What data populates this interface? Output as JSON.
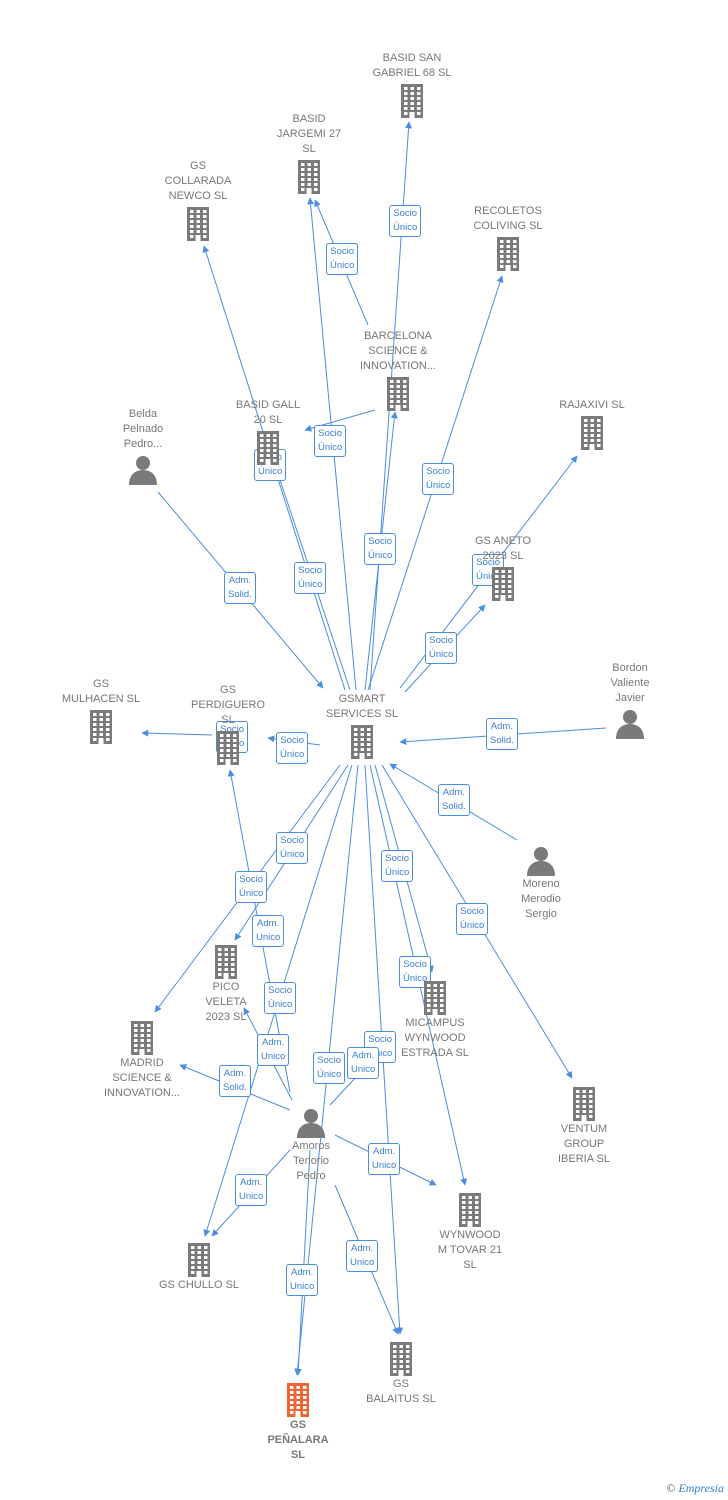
{
  "colors": {
    "edge": "#4a8ee0",
    "company_icon": "#7a7a7a",
    "person_icon": "#7a7a7a",
    "highlight_icon": "#ee6633"
  },
  "nodes": [
    {
      "id": "gsmart",
      "type": "company",
      "label": "GSMART\nSERVICES  SL"
    },
    {
      "id": "basid_san_gabriel",
      "type": "company",
      "label": "BASID SAN\nGABRIEL 68  SL"
    },
    {
      "id": "basid_jargemi",
      "type": "company",
      "label": "BASID\nJARGEMI 27\nSL"
    },
    {
      "id": "gs_collarada",
      "type": "company",
      "label": "GS\nCOLLARADA\nNEWCO  SL"
    },
    {
      "id": "recoletos",
      "type": "company",
      "label": "RECOLETOS\nCOLIVING  SL"
    },
    {
      "id": "barcelona_science",
      "type": "company",
      "label": "BARCELONA\nSCIENCE &\nINNOVATION..."
    },
    {
      "id": "basid_gall",
      "type": "company",
      "label": "BASID GALL\n20  SL"
    },
    {
      "id": "belda",
      "type": "person",
      "label": "Belda\nPeinado\nPedro..."
    },
    {
      "id": "rajaxivi",
      "type": "company",
      "label": "RAJAXIVI  SL"
    },
    {
      "id": "gs_aneto",
      "type": "company",
      "label": "GS ANETO\n2023  SL"
    },
    {
      "id": "gs_mulhacen",
      "type": "company",
      "label": "GS\nMULHACEN  SL"
    },
    {
      "id": "gs_perdiguero",
      "type": "company",
      "label": "GS\nPERDIGUERO\nSL"
    },
    {
      "id": "bordon",
      "type": "person",
      "label": "Bordon\nValiente\nJavier"
    },
    {
      "id": "moreno",
      "type": "person",
      "label": "Moreno\nMerodio\nSergio"
    },
    {
      "id": "pico_veleta",
      "type": "company",
      "label": "PICO\nVELETA\n2023  SL"
    },
    {
      "id": "madrid_science",
      "type": "company",
      "label": "MADRID\nSCIENCE &\nINNOVATION..."
    },
    {
      "id": "micampus",
      "type": "company",
      "label": "MICAMPUS\nWYNWOOD\nESTRADA  SL"
    },
    {
      "id": "ventum",
      "type": "company",
      "label": "VENTUM\nGROUP\nIBERIA  SL"
    },
    {
      "id": "amoros",
      "type": "person",
      "label": "Amoros\nTenorio\nPedro"
    },
    {
      "id": "wynwood_tovar",
      "type": "company",
      "label": "WYNWOOD\nM TOVAR 21\nSL"
    },
    {
      "id": "gs_chullo",
      "type": "company",
      "label": "GS CHULLO  SL"
    },
    {
      "id": "gs_balaitus",
      "type": "company",
      "label": "GS\nBALAITUS  SL"
    },
    {
      "id": "gs_penalara",
      "type": "company",
      "label": "GS\nPEÑALARA\nSL",
      "highlight": true
    }
  ],
  "edges": [
    {
      "from": "gsmart",
      "to": "basid_san_gabriel",
      "label": "Socio\nÚnico"
    },
    {
      "from": "gsmart",
      "to": "basid_jargemi",
      "label": "Socio\nÚnico"
    },
    {
      "from": "gsmart",
      "to": "gs_collarada",
      "label": "Socio\nÚnico"
    },
    {
      "from": "gsmart",
      "to": "recoletos",
      "label": "Socio\nÚnico"
    },
    {
      "from": "gsmart",
      "to": "barcelona_science",
      "label": "Socio\nÚnico"
    },
    {
      "from": "gsmart",
      "to": "basid_gall",
      "label": "Socio\nÚnico"
    },
    {
      "from": "barcelona_science",
      "to": "basid_jargemi",
      "label": "Socio\nÚnico"
    },
    {
      "from": "barcelona_science",
      "to": "basid_gall",
      "label": "Socio\nÚnico"
    },
    {
      "from": "belda",
      "to": "gsmart",
      "label": "Adm.\nSolid."
    },
    {
      "from": "gsmart",
      "to": "rajaxivi",
      "label": "Socio\nÚnico"
    },
    {
      "from": "gsmart",
      "to": "gs_aneto",
      "label": "Socio\nÚnico"
    },
    {
      "from": "gsmart",
      "to": "gs_perdiguero",
      "label": "Socio\nÚnico"
    },
    {
      "from": "gs_perdiguero",
      "to": "gs_mulhacen",
      "label": "Socio\nÚnico"
    },
    {
      "from": "bordon",
      "to": "gsmart",
      "label": "Adm.\nSolid."
    },
    {
      "from": "moreno",
      "to": "gsmart",
      "label": "Adm.\nSolid."
    },
    {
      "from": "gsmart",
      "to": "pico_veleta",
      "label": "Socio\nÚnico"
    },
    {
      "from": "gsmart",
      "to": "madrid_science",
      "label": "Socio\nÚnico"
    },
    {
      "from": "gsmart",
      "to": "micampus",
      "label": "Socio\nÚnico"
    },
    {
      "from": "gsmart",
      "to": "ventum",
      "label": "Socio\nÚnico"
    },
    {
      "from": "gsmart",
      "to": "wynwood_tovar",
      "label": "Socio\nÚnico"
    },
    {
      "from": "gsmart",
      "to": "gs_chullo",
      "label": "Socio\nÚnico"
    },
    {
      "from": "gsmart",
      "to": "gs_balaitus",
      "label": "Socio\nÚnico"
    },
    {
      "from": "gsmart",
      "to": "gs_penalara",
      "label": "Socio\nÚnico"
    },
    {
      "from": "amoros",
      "to": "gs_perdiguero",
      "label": "Adm.\nUnico"
    },
    {
      "from": "amoros",
      "to": "pico_veleta",
      "label": "Adm.\nUnico"
    },
    {
      "from": "amoros",
      "to": "madrid_science",
      "label": "Adm.\nSolid."
    },
    {
      "from": "amoros",
      "to": "micampus",
      "label": "Adm.\nUnico"
    },
    {
      "from": "amoros",
      "to": "wynwood_tovar",
      "label": "Adm.\nUnico"
    },
    {
      "from": "amoros",
      "to": "gs_chullo",
      "label": "Adm.\nUnico"
    },
    {
      "from": "amoros",
      "to": "gs_balaitus",
      "label": "Adm.\nUnico"
    },
    {
      "from": "amoros",
      "to": "gs_penalara",
      "label": "Adm.\nUnico"
    }
  ],
  "footer": {
    "copyright": "©",
    "brand": "Empresia"
  }
}
